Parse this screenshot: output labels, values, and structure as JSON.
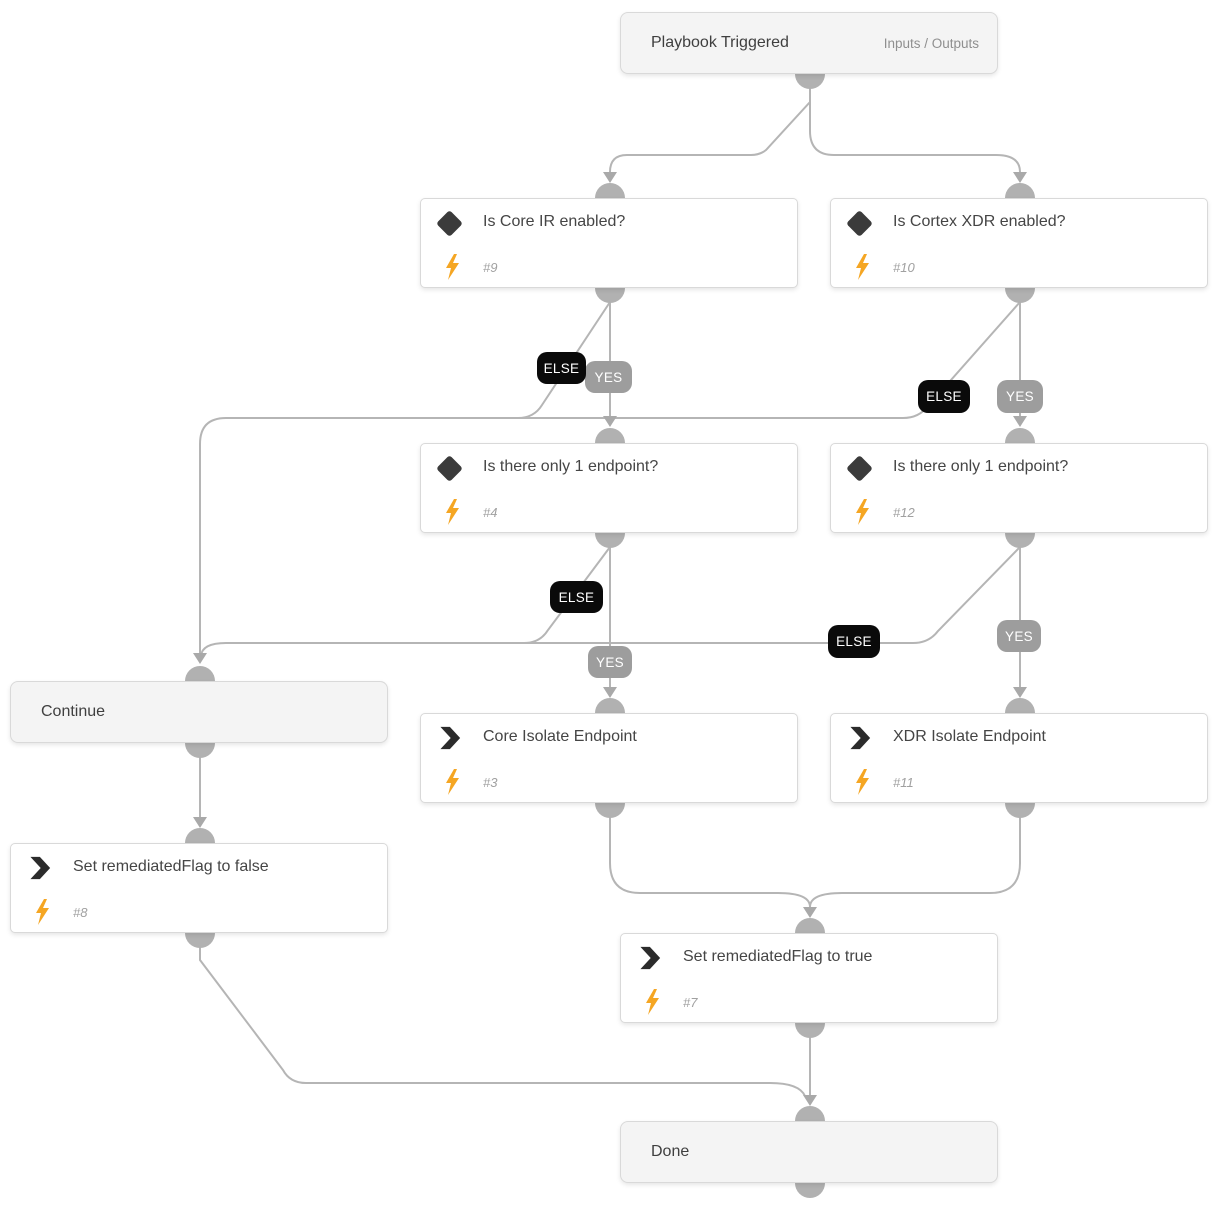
{
  "trigger": {
    "title": "Playbook Triggered",
    "link": "Inputs / Outputs"
  },
  "tasks": {
    "cond9": {
      "title": "Is Core IR enabled?",
      "id": "#9"
    },
    "cond10": {
      "title": "Is Cortex XDR enabled?",
      "id": "#10"
    },
    "cond4": {
      "title": "Is there only 1 endpoint?",
      "id": "#4"
    },
    "cond12": {
      "title": "Is there only 1 endpoint?",
      "id": "#12"
    },
    "cont": {
      "title": "Continue"
    },
    "task3": {
      "title": "Core Isolate Endpoint",
      "id": "#3"
    },
    "task11": {
      "title": "XDR Isolate Endpoint",
      "id": "#11"
    },
    "task8": {
      "title": "Set remediatedFlag to false",
      "id": "#8"
    },
    "task7": {
      "title": "Set remediatedFlag to true",
      "id": "#7"
    },
    "done": {
      "title": "Done"
    }
  },
  "branches": {
    "yes": "YES",
    "else": "ELSE"
  },
  "colors": {
    "bolt": "#F5A623",
    "else_bg": "#0A0A0A",
    "yes_bg": "#9D9D9D",
    "connector": "#B5B5B5",
    "node": "#B1B1B1",
    "terminal_bg": "#F4F4F4"
  }
}
